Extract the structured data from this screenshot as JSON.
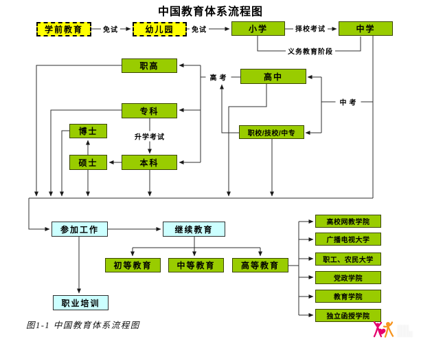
{
  "title": "中国教育体系流程图",
  "caption": "图1-1 中国教育体系流程图",
  "nodes": {
    "preschool": "学前教育",
    "kindergarten": "幼儿园",
    "primary_school": "小学",
    "middle_school": "中学",
    "vocational_high": "职高",
    "junior_college": "专科",
    "doctor": "博士",
    "master": "硕士",
    "bachelor": "本科",
    "senior_high": "高中",
    "vocational_secondary": "职校/技校/中专",
    "start_work": "参加工作",
    "continuing_education": "继续教育",
    "primary_continuing": "初等教育",
    "secondary_continuing": "中等教育",
    "higher_continuing": "高等教育",
    "job_training": "职业培训",
    "colleges": [
      "高校网教学院",
      "广播电视大学",
      "职工、农民大学",
      "党政学院",
      "教育学院",
      "独立函授学院"
    ]
  },
  "edge_labels": {
    "exempt_1": "免试",
    "exempt_2": "免试",
    "school_choice_exam": "择校考试",
    "compulsory_stage": "义务教育阶段",
    "gaokao": "高考",
    "zhongkao": "中考",
    "advancement_exam": "升学考试"
  },
  "colors": {
    "node_green": "#99cc00",
    "node_yellow": "#ffff00",
    "node_cyan": "#ccffff",
    "line": "#2e2e2e",
    "logo_pink": "#e5006d",
    "logo_orange": "#f7941d"
  },
  "watermark": {
    "line1": "░░░",
    "line2": "░░░░"
  }
}
